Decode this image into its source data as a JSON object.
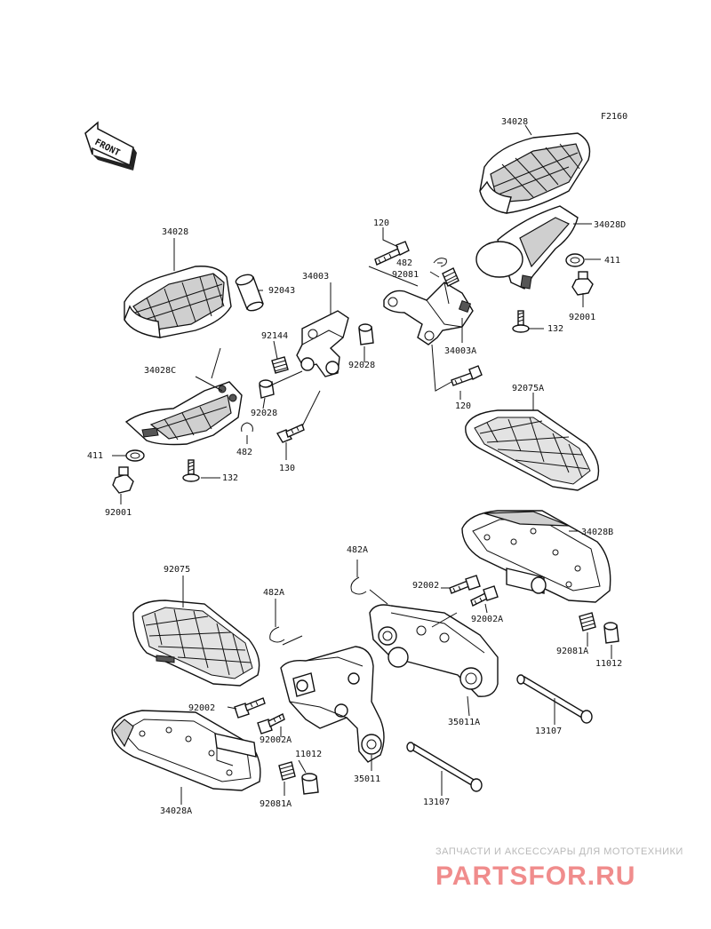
{
  "figure_code": "F2160",
  "front_arrow_label": "FRONT",
  "labels": {
    "p34028_tr": "34028",
    "p34028D": "34028D",
    "p411_r": "411",
    "p92001_r": "92001",
    "p132_r": "132",
    "p120_top": "120",
    "p482_top": "482",
    "p92081": "92081",
    "p34003A": "34003A",
    "p120_bot": "120",
    "p92075A": "92075A",
    "p34028_l": "34028",
    "p34003": "34003",
    "p92043": "92043",
    "p92144": "92144",
    "p92028_a": "92028",
    "p92028_b": "92028",
    "p34028C": "34028C",
    "p482_l": "482",
    "p130": "130",
    "p411_l": "411",
    "p132_l": "132",
    "p92001_l": "92001",
    "p34028B": "34028B",
    "p482A_r": "482A",
    "p92002_r": "92002",
    "p92002A_r": "92002A",
    "p92081A_r": "92081A",
    "p11012_r": "11012",
    "p35011A": "35011A",
    "p13107_r": "13107",
    "p92075": "92075",
    "p482A_l": "482A",
    "p92002_l": "92002",
    "p92002A_l": "92002A",
    "p11012_l": "11012",
    "p92081A_l": "92081A",
    "p35011": "35011",
    "p13107_l": "13107",
    "p34028A": "34028A"
  },
  "watermark": {
    "tagline": "ЗАПЧАСТИ И АКСЕССУАРЫ ДЛЯ МОТОТЕХНИКИ",
    "brand": "PARTSFOR.RU"
  }
}
